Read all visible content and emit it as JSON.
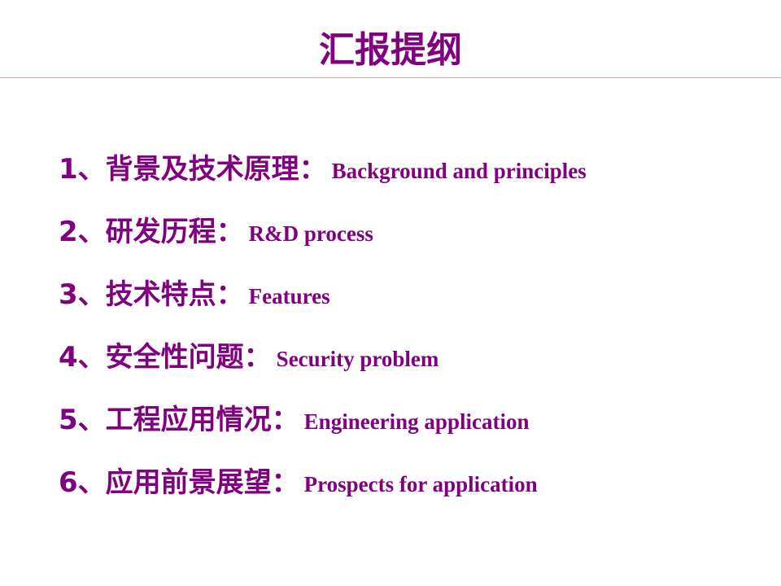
{
  "title": "汇报提纲",
  "items": [
    {
      "num": "1、",
      "cn": "背景及技术原理：",
      "en": "Background and principles"
    },
    {
      "num": "2、",
      "cn": "研发历程：",
      "en": "R&D process"
    },
    {
      "num": "3、",
      "cn": "技术特点：",
      "en": "Features"
    },
    {
      "num": "4、",
      "cn": "安全性问题：",
      "en": "Security problem"
    },
    {
      "num": "5、",
      "cn": "工程应用情况：",
      "en": "Engineering application"
    },
    {
      "num": "6、",
      "cn": "应用前景展望：",
      "en": "Prospects for application"
    }
  ],
  "colors": {
    "text": "#800080",
    "rule": "#d9a3a0"
  }
}
